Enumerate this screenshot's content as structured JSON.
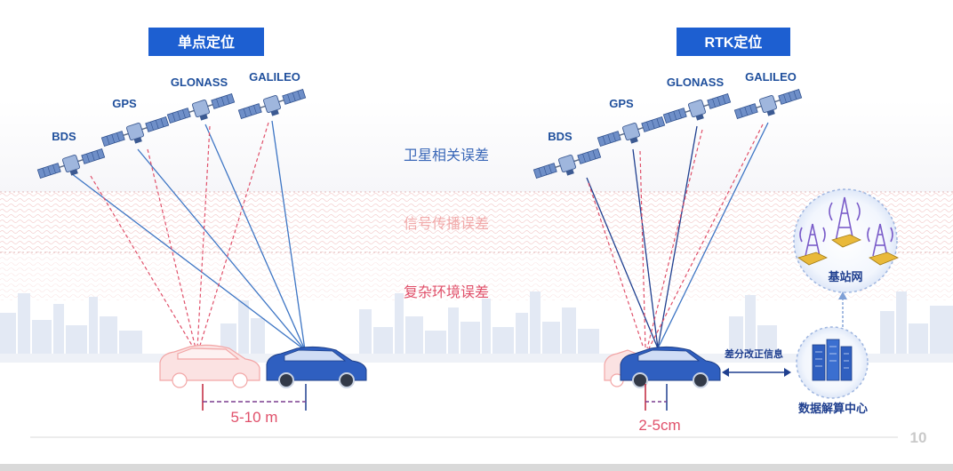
{
  "page_number": "10",
  "left_panel": {
    "title": "单点定位",
    "satellites": [
      "BDS",
      "GPS",
      "GLONASS",
      "GALILEO"
    ],
    "error_range": "5-10 m"
  },
  "right_panel": {
    "title": "RTK定位",
    "satellites": [
      "BDS",
      "GPS",
      "GLONASS",
      "GALILEO"
    ],
    "error_range": "2-5cm",
    "correction_label": "差分改正信息",
    "base_station_label": "基站网",
    "data_center_label": "数据解算中心"
  },
  "error_layers": [
    "卫星相关误差",
    "信号传播误差",
    "复杂环境误差"
  ],
  "colors": {
    "title_bg": "#1d5fd1",
    "blue_line": "#3d75c4",
    "dark_blue_line": "#1f3f8f",
    "red_line": "#e0506a",
    "layer1_text": "#3b68b8",
    "layer2_text": "#f1a9a9",
    "layer3_text": "#e0506a",
    "car_blue": "#2f5fc0",
    "car_ghost": "#f2a6a6"
  }
}
